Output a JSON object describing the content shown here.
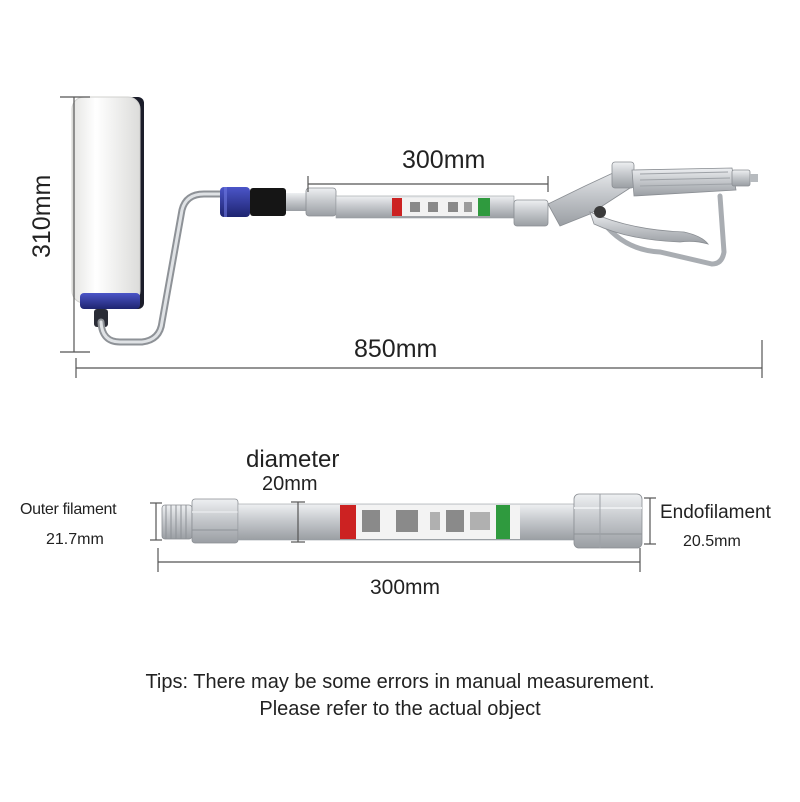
{
  "top_diagram": {
    "height_label": "310mm",
    "pole_label": "300mm",
    "length_label": "850mm"
  },
  "bottom_diagram": {
    "diameter_label": "diameter",
    "diameter_value": "20mm",
    "outer_label": "Outer filament",
    "outer_value": "21.7mm",
    "inner_label": "Endofilament",
    "inner_value": "20.5mm",
    "length_label": "300mm"
  },
  "tips": {
    "line1": "Tips: There may be some errors in manual measurement.",
    "line2": "Please refer to the actual object"
  },
  "colors": {
    "roller_cover": "#f3f3f1",
    "roller_cap": "#2b2f8f",
    "aluminum": "#c9ccd0",
    "dimension_line": "#555555"
  }
}
